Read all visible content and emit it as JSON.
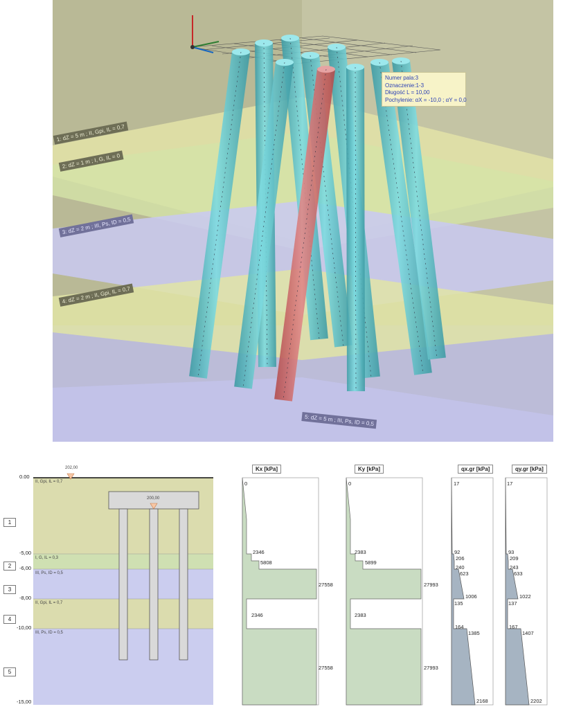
{
  "viewport": {
    "tooltip": {
      "lines": [
        "Numer pala:3",
        "Oznaczenie:1-3",
        "Długość L = 10,00",
        "Pochylenie: αX = -10,0 ; αY = 0,0"
      ]
    },
    "layer_tags": [
      "1: dZ = 5 m ; II, Gpi, IL = 0,7",
      "2: dZ = 1 m ; I, G, IL = 0",
      "3: dZ = 2 m ; III, Ps, ID = 0,5",
      "4: dZ = 2 m ; II, Gpi, IL = 0,7",
      "5: dZ = 5 m ; III, Ps, ID = 0,5"
    ]
  },
  "profile": {
    "depth_labels": [
      "0.00",
      "-5,00",
      "-6,00",
      "-8,00",
      "-10,00",
      "-15,00"
    ],
    "layer_numbers": [
      "1",
      "2",
      "3",
      "4",
      "5"
    ],
    "soil_descriptions": [
      "II, Gpi, IL = 0,7",
      "I, G, IL = 0,3",
      "III, Ps, ID = 0,5",
      "II, Gpi, IL = 0,7",
      "III, Ps, ID = 0,5"
    ],
    "ground_marker": "202,00",
    "cap_marker": "200,00",
    "headers": {
      "kx": "Kx [kPa]",
      "ky": "Ky [kPa]",
      "qx": "qx.gr [kPa]",
      "qy": "qy.gr [kPa]"
    },
    "kx_labels": [
      "0",
      "2346",
      "5808",
      "27558",
      "2346",
      "27558"
    ],
    "ky_labels": [
      "0",
      "2383",
      "5899",
      "27993",
      "2383",
      "27993"
    ],
    "qx_labels": [
      "17",
      "92",
      "206",
      "240",
      "623",
      "1006",
      "135",
      "164",
      "1385",
      "2168"
    ],
    "qy_labels": [
      "17",
      "93",
      "209",
      "243",
      "633",
      "1022",
      "137",
      "167",
      "1407",
      "2202"
    ]
  },
  "colors": {
    "layer_clay": "#dbdcae",
    "layer_gravel": "#cfe0b2",
    "layer_sand": "#cbcdef",
    "pile": "#5bc3c9",
    "pile_selected": "#d46f6f",
    "diagram_fill": "#c9dcc2",
    "q_fill": "#a6b4c2"
  }
}
